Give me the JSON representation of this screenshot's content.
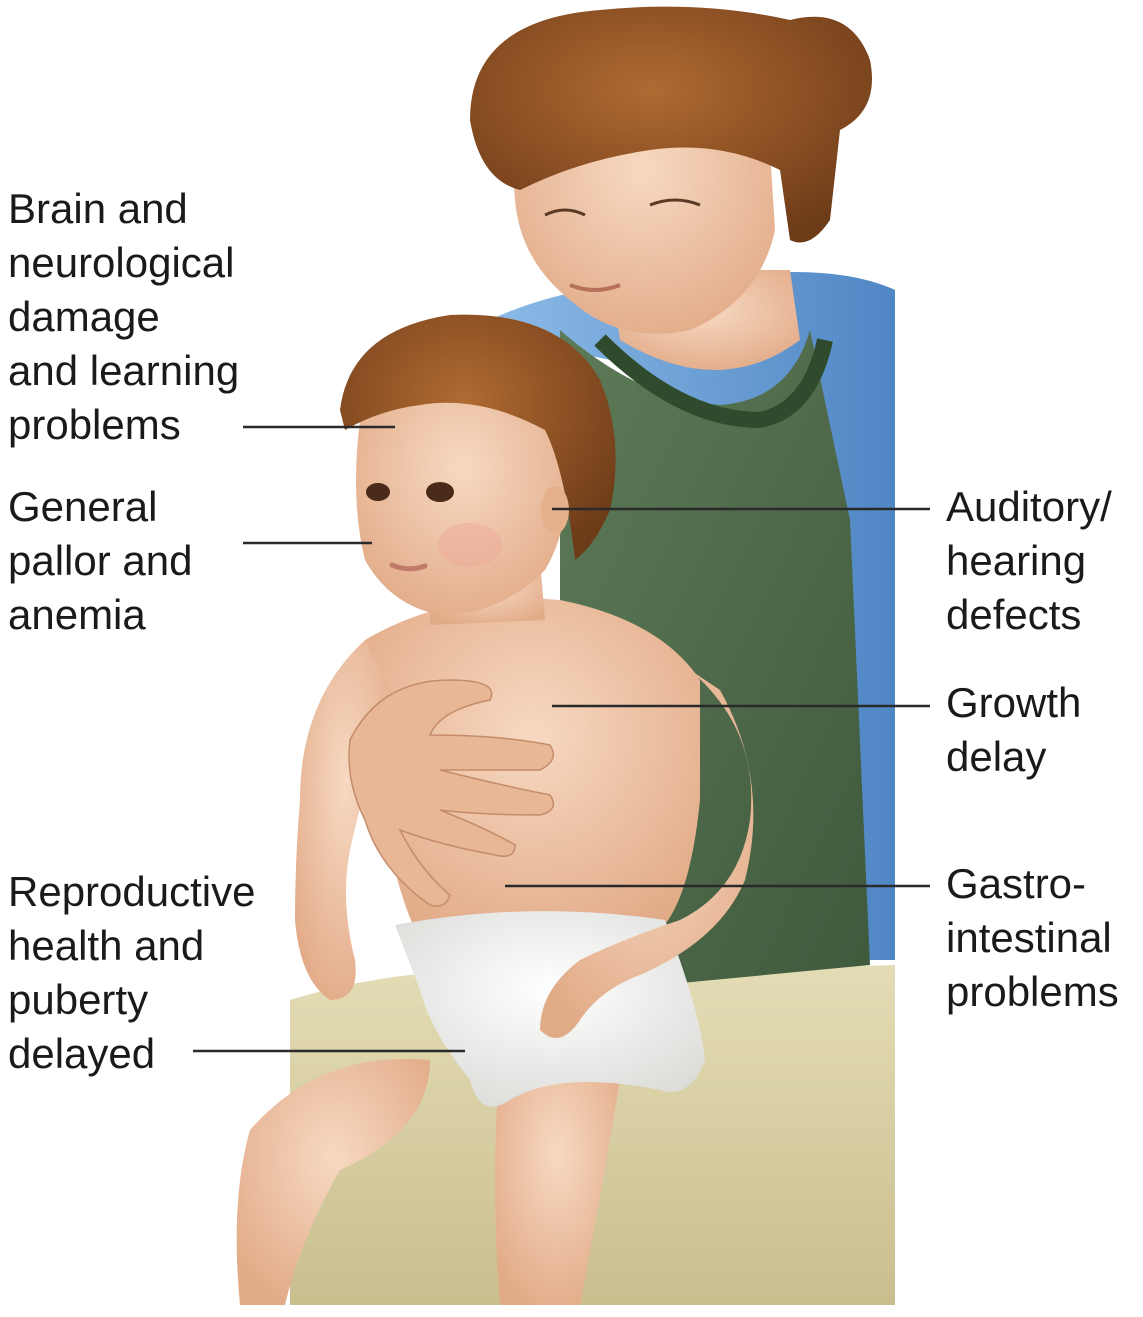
{
  "labels": {
    "brain": "Brain and\nneurological\ndamage\nand  learning\nproblems",
    "pallor": "General\npallor and\nanemia",
    "reproductive": "Reproductive\nhealth and\npuberty\ndelayed",
    "auditory": "Auditory/\nhearing\ndefects",
    "growth": "Growth\ndelay",
    "gastro": "Gastro-\nintestinal\nproblems"
  },
  "colors": {
    "leader_line": "#2a2a2a",
    "skin": "#f0c6a6",
    "hair": "#8a4f24",
    "shirt": "#4e6b4a",
    "cardigan": "#6fa3d8",
    "pants": "#d8cfa3",
    "diaper": "#f3f3f1"
  }
}
